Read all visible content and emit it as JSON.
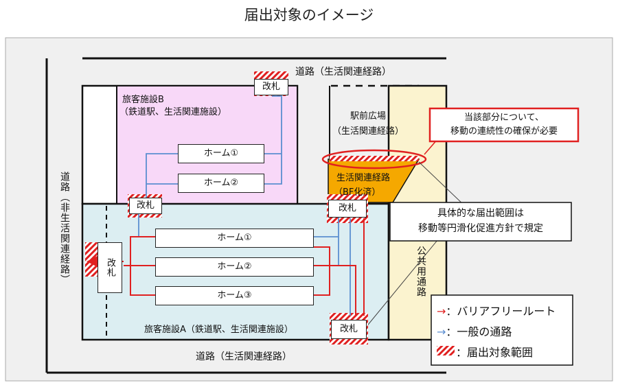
{
  "title": "届出対象のイメージ",
  "roads": {
    "top": "道路（生活関連経路）",
    "bottom": "道路（生活関連経路）",
    "left": "道路（非生活関連経路）",
    "public": "公共用通路"
  },
  "facility_b": {
    "name": "旅客施設B",
    "sub": "（鉄道駅、生活関連施設）",
    "homes": [
      "ホーム①",
      "ホーム②"
    ]
  },
  "facility_a": {
    "name": "旅客施設A（鉄道駅、生活関連施設）",
    "homes": [
      "ホーム①",
      "ホーム②",
      "ホーム③"
    ]
  },
  "plaza": {
    "name": "駅前広場",
    "sub": "（生活関連経路）"
  },
  "route": {
    "name": "生活関連経路",
    "sub": "（BF化済）"
  },
  "gates": {
    "top": "改札",
    "b_bottom": "改札",
    "a_right": "改札",
    "left": "改札",
    "bottom": "改札"
  },
  "callouts": {
    "red_line1": "当該部分について、",
    "red_line2": "移動の連続性の確保が必要",
    "scope_line1": "具体的な届出範囲は",
    "scope_line2": "移動等円滑化促進方針で規定"
  },
  "legend": {
    "barrier_free": "→：バリアフリールート",
    "general": "→：一般の通路",
    "target": "：届出対象範囲"
  },
  "colors": {
    "facility_b_fill": "#f8d8f8",
    "facility_a_fill": "#dceef2",
    "public_fill": "#fbf3cf",
    "route_fill": "#f5a800",
    "barrier_free_line": "#e02020",
    "general_line": "#5b8ed0"
  }
}
